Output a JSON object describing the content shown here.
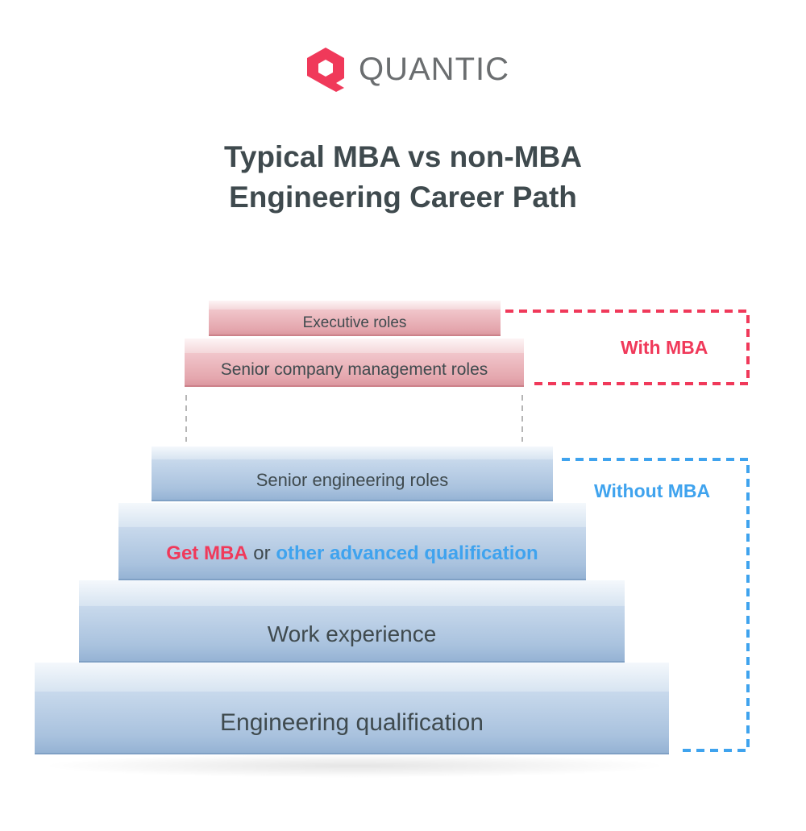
{
  "brand": {
    "name": "QUANTIC",
    "color": "#f0395a",
    "logo_icon": "quantic-q-logo-icon"
  },
  "title": {
    "line1": "Typical MBA vs non-MBA",
    "line2": "Engineering Career Path"
  },
  "steps": {
    "executive": "Executive roles",
    "senior_management": "Senior company management roles",
    "senior_engineering": "Senior engineering roles",
    "get_mba": {
      "part1": "Get MBA",
      "part2": "or",
      "part3": "other advanced qualification"
    },
    "work_experience": "Work experience",
    "engineering_qualification": "Engineering qualification"
  },
  "brackets": {
    "with_mba": "With MBA",
    "without_mba": "Without MBA"
  },
  "colors": {
    "mba_accent": "#f0395a",
    "non_mba_accent": "#3fa3ee",
    "text": "#3f4a4e"
  }
}
